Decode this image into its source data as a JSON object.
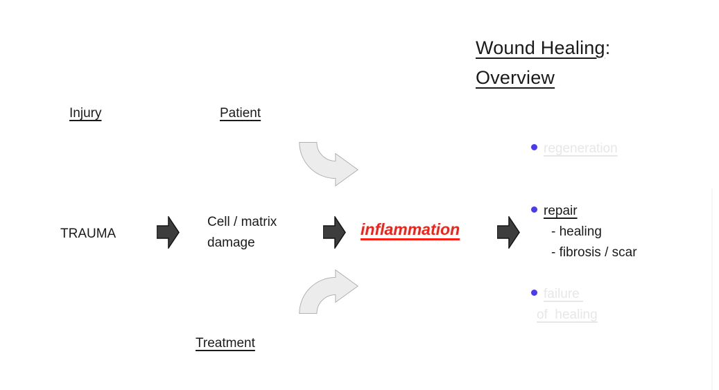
{
  "title": {
    "line1": "Wound Healing",
    "colon": ":",
    "line2": "Overview"
  },
  "labels": {
    "injury": "Injury",
    "patient": "Patient",
    "treatment": "Treatment"
  },
  "flow": {
    "trauma": "TRAUMA",
    "cell_matrix_line1": "Cell / matrix",
    "cell_matrix_line2": "damage",
    "inflammation": "inflammation"
  },
  "outcomes": {
    "items": [
      {
        "label": "regeneration",
        "state": "faded"
      },
      {
        "label": "repair",
        "state": "active",
        "sublines": [
          "- healing",
          "- fibrosis / scar"
        ]
      },
      {
        "label_line1": "failure ",
        "label_line2": "of  healing",
        "state": "faded"
      }
    ]
  },
  "icons": {
    "flow_arrow": "right-block-arrow",
    "curved_arrow_top": "curved-arrow-down-right",
    "curved_arrow_bottom": "curved-arrow-up-right"
  },
  "colors": {
    "inflammation_red": "#fa1e14",
    "bullet_blue": "#4a3bf0",
    "faded_gray": "#e7e7ea",
    "block_arrow_fill": "#3d3d3d",
    "curved_arrow_fill": "#ececec",
    "text": "#1a1a1a"
  }
}
